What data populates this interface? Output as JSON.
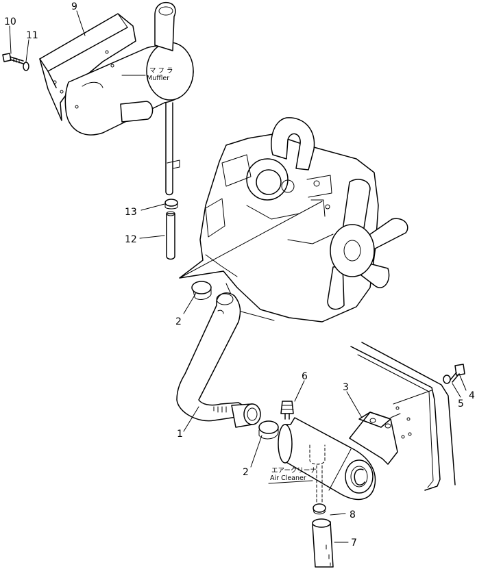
{
  "callouts": {
    "c1": "1",
    "c2a": "2",
    "c2b": "2",
    "c3": "3",
    "c4": "4",
    "c5": "5",
    "c6": "6",
    "c7": "7",
    "c8": "8",
    "c9": "9",
    "c10": "10",
    "c11": "11",
    "c12": "12",
    "c13": "13"
  },
  "labels": {
    "muffler_jp": "マ フ ラ",
    "muffler_en": "Muffler",
    "air_cleaner_jp": "エアークリーナ",
    "air_cleaner_en": "Air Cleaner"
  }
}
